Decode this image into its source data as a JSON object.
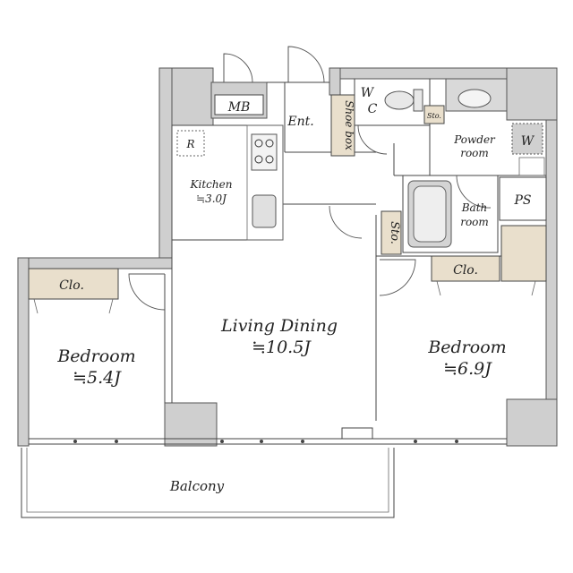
{
  "rooms": {
    "mb": "MB",
    "ent": "Ent.",
    "shoe_box": "Shoe box",
    "wc_w": "W",
    "wc_c": "C",
    "sto_small": "Sto.",
    "powder_1": "Powder",
    "powder_2": "room",
    "washer": "W",
    "fridge": "R",
    "kitchen": "Kitchen",
    "kitchen_size": "≒3.0J",
    "bath_1": "Bath",
    "bath_2": "room",
    "ps": "PS",
    "sto_hall": "Sto.",
    "clo_left": "Clo.",
    "clo_right": "Clo.",
    "living": "Living Dining",
    "living_size": "≒10.5J",
    "bed_left": "Bedroom",
    "bed_left_size": "≒5.4J",
    "bed_right": "Bedroom",
    "bed_right_size": "≒6.9J",
    "balcony": "Balcony"
  }
}
